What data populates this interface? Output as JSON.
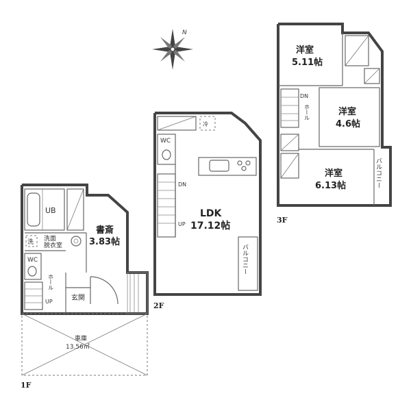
{
  "floors": {
    "first": {
      "label": "1F",
      "study": {
        "name": "書斎",
        "size": "3.83帖"
      },
      "bath": "UB",
      "washroom": {
        "mark": "洗",
        "name_line1": "洗面",
        "name_line2": "脱衣室"
      },
      "wc": "WC",
      "hall": "ホール",
      "stairs_up": "UP",
      "entrance": "玄関",
      "garage": {
        "name": "車庫",
        "area": "13.56㎡"
      }
    },
    "second": {
      "label": "2F",
      "wc": "WC",
      "fridge": "冷",
      "stairs_down": "DN",
      "stairs_up": "UP",
      "ldk": {
        "name": "LDK",
        "size": "17.12帖"
      },
      "balcony": "バルコニー"
    },
    "third": {
      "label": "3F",
      "room_a": {
        "name": "洋室",
        "size": "5.11帖"
      },
      "room_b": {
        "name": "洋室",
        "size": "4.6帖"
      },
      "room_c": {
        "name": "洋室",
        "size": "6.13帖"
      },
      "stairs_down": "DN",
      "hall": "ホール",
      "balcony": "バルコニー"
    }
  },
  "compass": {
    "north": "N"
  }
}
